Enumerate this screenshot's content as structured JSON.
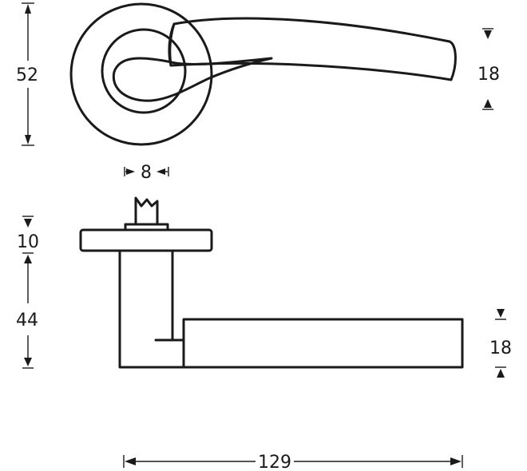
{
  "dimensions": {
    "rose_diameter": "52",
    "top_lever_thickness": "18",
    "spindle_width": "8",
    "rose_thickness": "10",
    "projection": "44",
    "side_lever_thickness": "18",
    "lever_length": "129"
  },
  "colors": {
    "stroke": "#1a1a1a",
    "background": "#ffffff"
  }
}
